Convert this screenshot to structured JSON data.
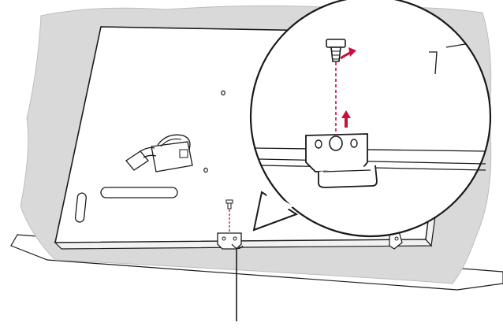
{
  "diagram": {
    "kind": "installation-illustration",
    "colors": {
      "background": "#ffffff",
      "cloth": "#d9d9d9",
      "cloth_edge": "#bdbdbd",
      "outline": "#1a1a1a",
      "tv_panel": "#ffffff",
      "accent_arrow": "#c8103e",
      "dashed_guide": "#c8103e"
    },
    "icons": [
      "soft-cloth",
      "tv-back-panel",
      "stand-bracket",
      "screw",
      "power-cable-connector",
      "magnifier-callout",
      "rotate-arrow",
      "up-arrow",
      "leader-line"
    ]
  }
}
